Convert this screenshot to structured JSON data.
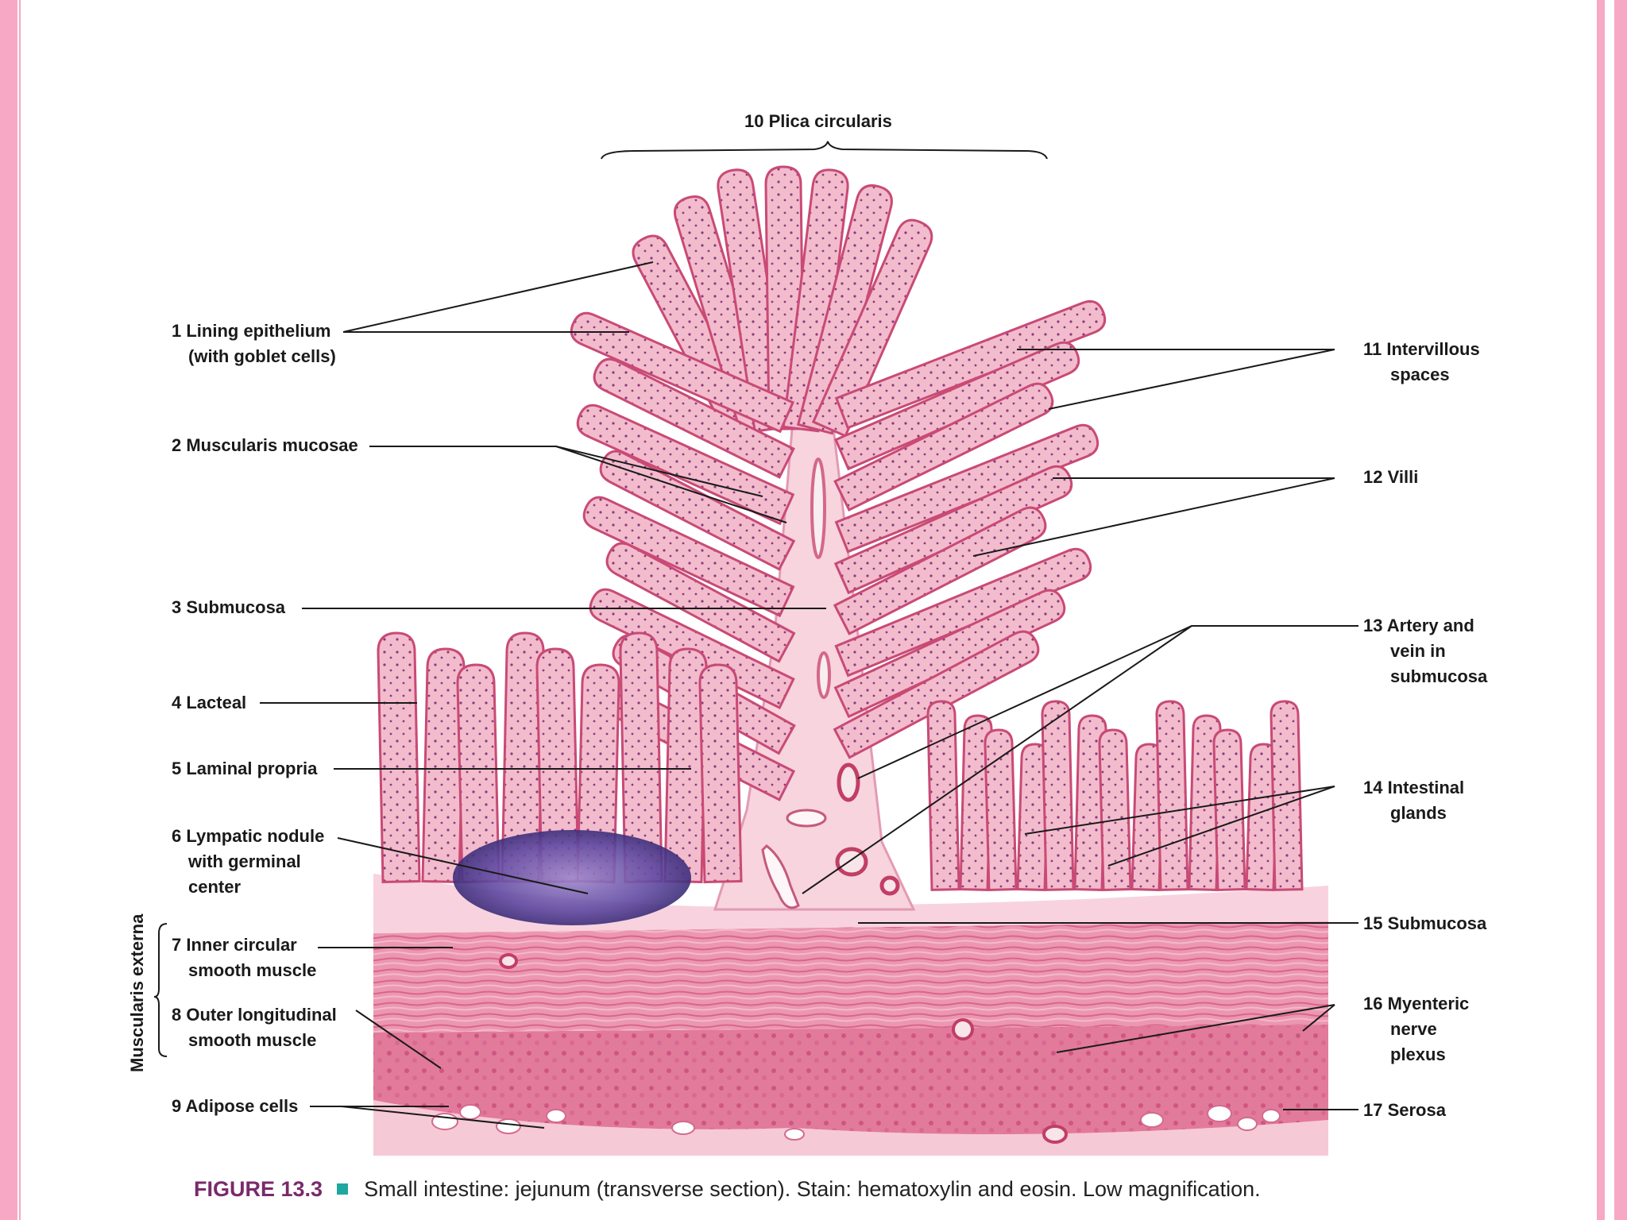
{
  "labels": {
    "l1a": "1 Lining epithelium",
    "l1b": "(with goblet cells)",
    "l2": "2 Muscularis mucosae",
    "l3": "3 Submucosa",
    "l4": "4 Lacteal",
    "l5": "5 Laminal propria",
    "l6a": "6 Lympatic nodule",
    "l6b": "with germinal",
    "l6c": "center",
    "l7a": "7 Inner circular",
    "l7b": "smooth muscle",
    "l8a": "8 Outer longitudinal",
    "l8b": "smooth muscle",
    "l9": "9 Adipose cells",
    "l10": "10 Plica circularis",
    "l11a": "11 Intervillous",
    "l11b": "spaces",
    "l12": "12 Villi",
    "l13a": "13 Artery and",
    "l13b": "vein in",
    "l13c": "submucosa",
    "l14a": "14 Intestinal",
    "l14b": "glands",
    "l15": "15 Submucosa",
    "l16a": "16 Myenteric",
    "l16b": "nerve",
    "l16c": "plexus",
    "l17": "17 Serosa",
    "muscularis_externa": "Muscularis externa"
  },
  "caption": {
    "figure": "FIGURE 13.3",
    "text": "Small intestine: jejunum (transverse section). Stain: hematoxylin and eosin. Low magnification."
  },
  "colors": {
    "frame": "#f7a8c4",
    "tissue_light": "#f6c9d6",
    "tissue_mid": "#e88aa6",
    "tissue_dark": "#c94a75",
    "nodule": "#6a4fa8",
    "label_line": "#1a1a1a",
    "caption_figure": "#7a2a6a",
    "caption_square": "#1fa6a0"
  }
}
